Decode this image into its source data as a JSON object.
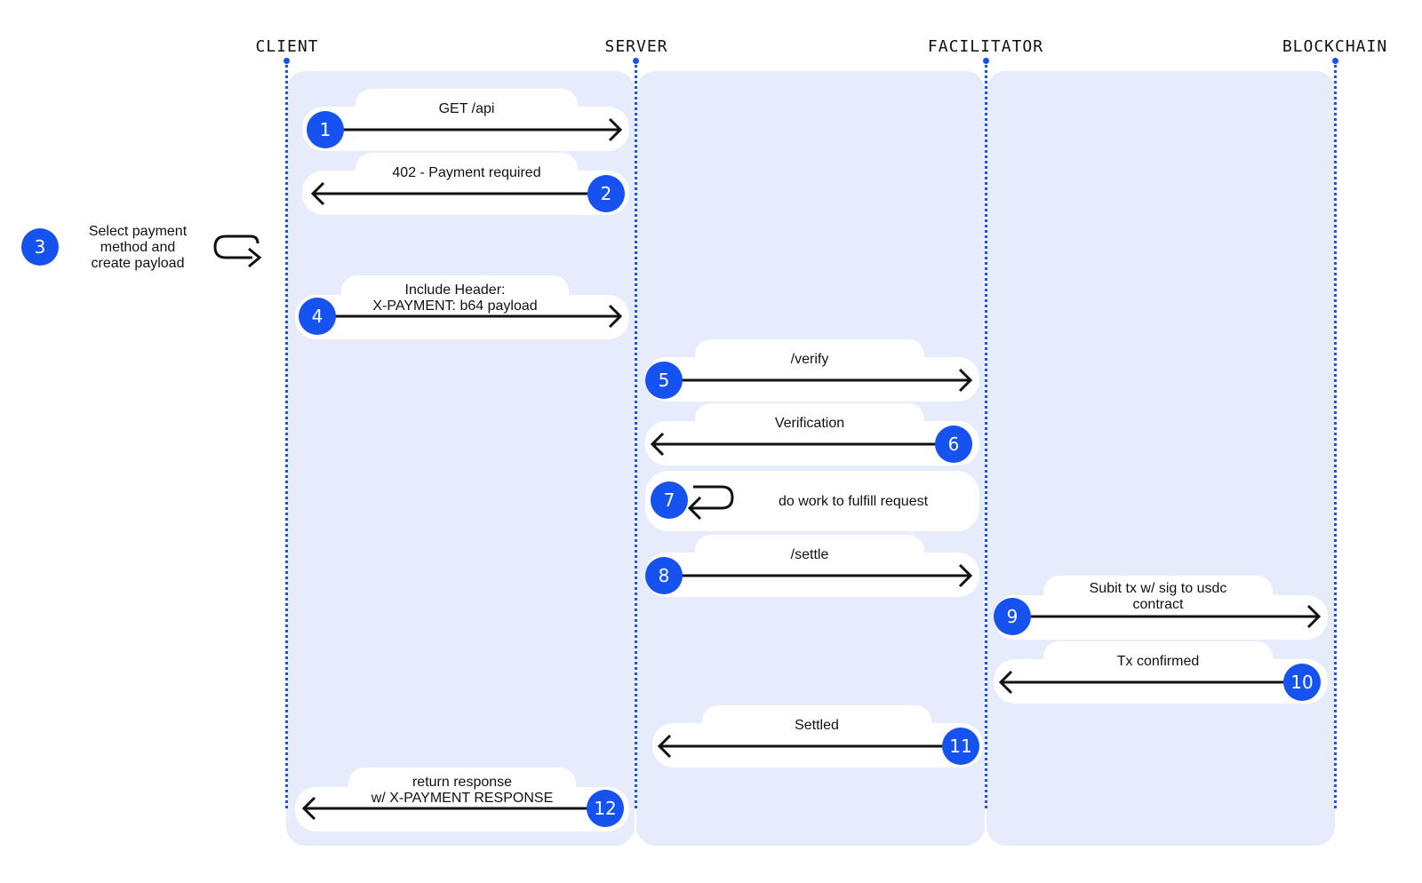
{
  "actors": [
    {
      "id": "client",
      "label": "CLIENT"
    },
    {
      "id": "server",
      "label": "SERVER"
    },
    {
      "id": "facilitator",
      "label": "FACILITATOR"
    },
    {
      "id": "blockchain",
      "label": "BLOCKCHAIN"
    }
  ],
  "steps": [
    {
      "n": "1",
      "label": "GET /api",
      "from": "client",
      "to": "server",
      "kind": "message"
    },
    {
      "n": "2",
      "label": "402 - Payment required",
      "from": "server",
      "to": "client",
      "kind": "message"
    },
    {
      "n": "3",
      "label": "Select payment\nmethod and\ncreate payload",
      "from": "client",
      "to": "client",
      "kind": "self"
    },
    {
      "n": "4",
      "label": "Include Header:\nX-PAYMENT: b64 payload",
      "from": "client",
      "to": "server",
      "kind": "message"
    },
    {
      "n": "5",
      "label": "/verify",
      "from": "server",
      "to": "facilitator",
      "kind": "message"
    },
    {
      "n": "6",
      "label": "Verification",
      "from": "facilitator",
      "to": "server",
      "kind": "message"
    },
    {
      "n": "7",
      "label": "do work to fulfill request",
      "from": "server",
      "to": "server",
      "kind": "self"
    },
    {
      "n": "8",
      "label": "/settle",
      "from": "server",
      "to": "facilitator",
      "kind": "message"
    },
    {
      "n": "9",
      "label": "Subit tx w/ sig to usdc\ncontract",
      "from": "facilitator",
      "to": "blockchain",
      "kind": "message"
    },
    {
      "n": "10",
      "label": "Tx confirmed",
      "from": "blockchain",
      "to": "facilitator",
      "kind": "message"
    },
    {
      "n": "11",
      "label": "Settled",
      "from": "facilitator",
      "to": "server",
      "kind": "message"
    },
    {
      "n": "12",
      "label": "return response\nw/ X-PAYMENT RESPONSE",
      "from": "server",
      "to": "client",
      "kind": "message"
    }
  ],
  "colors": {
    "accent": "#1652f0",
    "panel": "#e6ecfb",
    "arrow": "#111111"
  }
}
